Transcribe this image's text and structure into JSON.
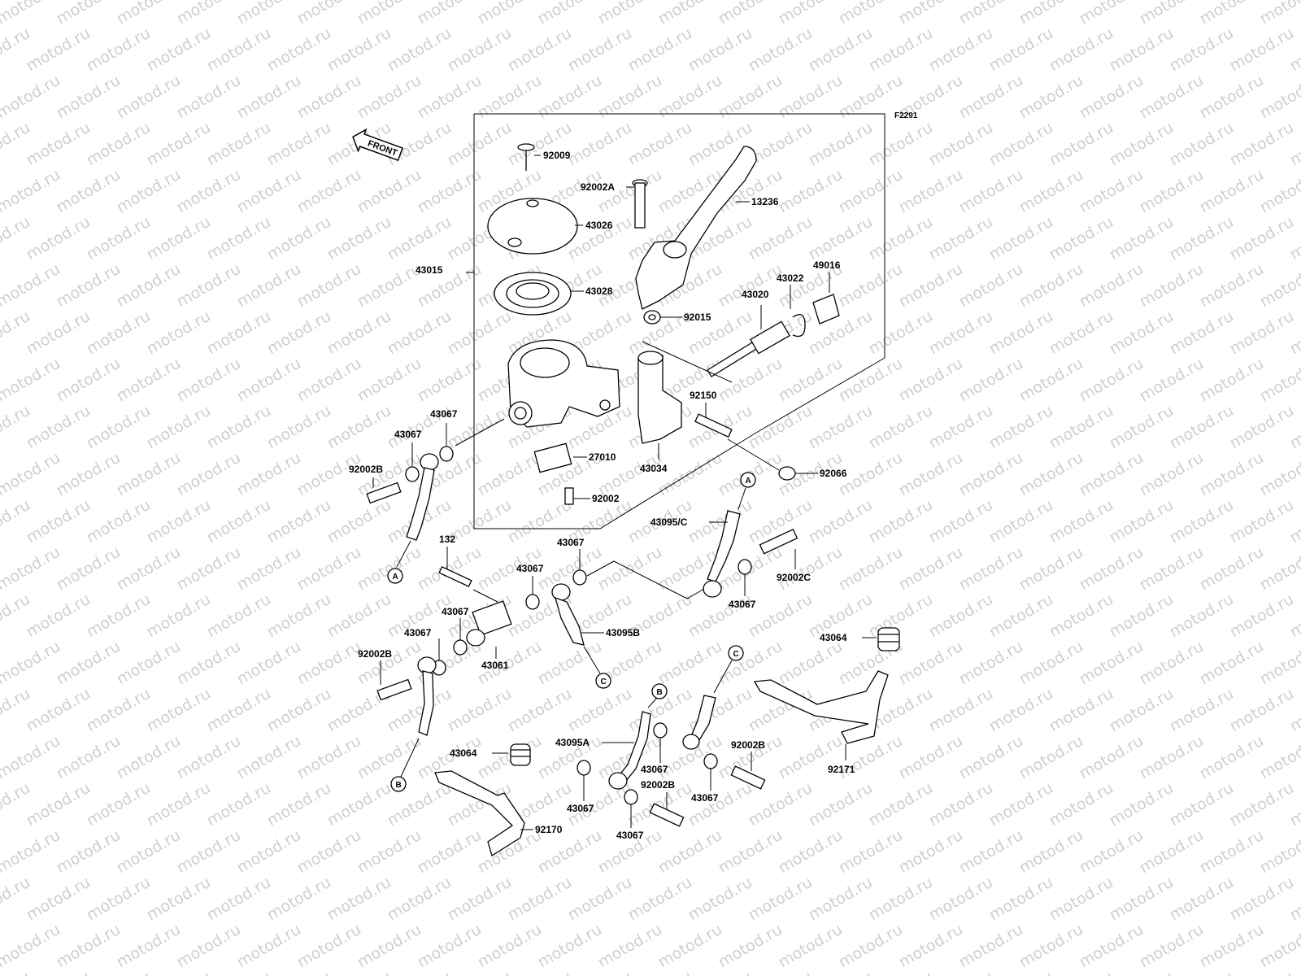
{
  "watermark": {
    "text": "motod.ru"
  },
  "diagram": {
    "code": "F2291",
    "front_arrow": "FRONT",
    "labels": {
      "p92009": "92009",
      "p92002A": "92002A",
      "p13236": "13236",
      "p43026": "43026",
      "p43015": "43015",
      "p43028": "43028",
      "p43022": "43022",
      "p49016": "49016",
      "p43020": "43020",
      "p92015": "92015",
      "p92150": "92150",
      "p43067_a": "43067",
      "p43067_b": "43067",
      "p92002B_a": "92002B",
      "p27010": "27010",
      "p43034": "43034",
      "p92066": "92066",
      "p92002": "92002",
      "p43095C": "43095/C",
      "p132": "132",
      "p43067_c": "43067",
      "p43067_d": "43067",
      "p92002C": "92002C",
      "p43067_e": "43067",
      "p43067_f": "43067",
      "p43095B": "43095B",
      "p43067_g": "43067",
      "p92002B_b": "92002B",
      "p43061": "43061",
      "p43064_a": "43064",
      "p43095A": "43095A",
      "p43067_h": "43067",
      "p92002B_c": "92002B",
      "p92171": "92171",
      "p43064_b": "43064",
      "p92002B_d": "92002B",
      "p43067_i": "43067",
      "p43067_j": "43067",
      "p92170": "92170",
      "p43067_k": "43067"
    },
    "callouts": {
      "A1": "A",
      "A2": "A",
      "B1": "B",
      "B2": "B",
      "C1": "C",
      "C2": "C"
    }
  }
}
